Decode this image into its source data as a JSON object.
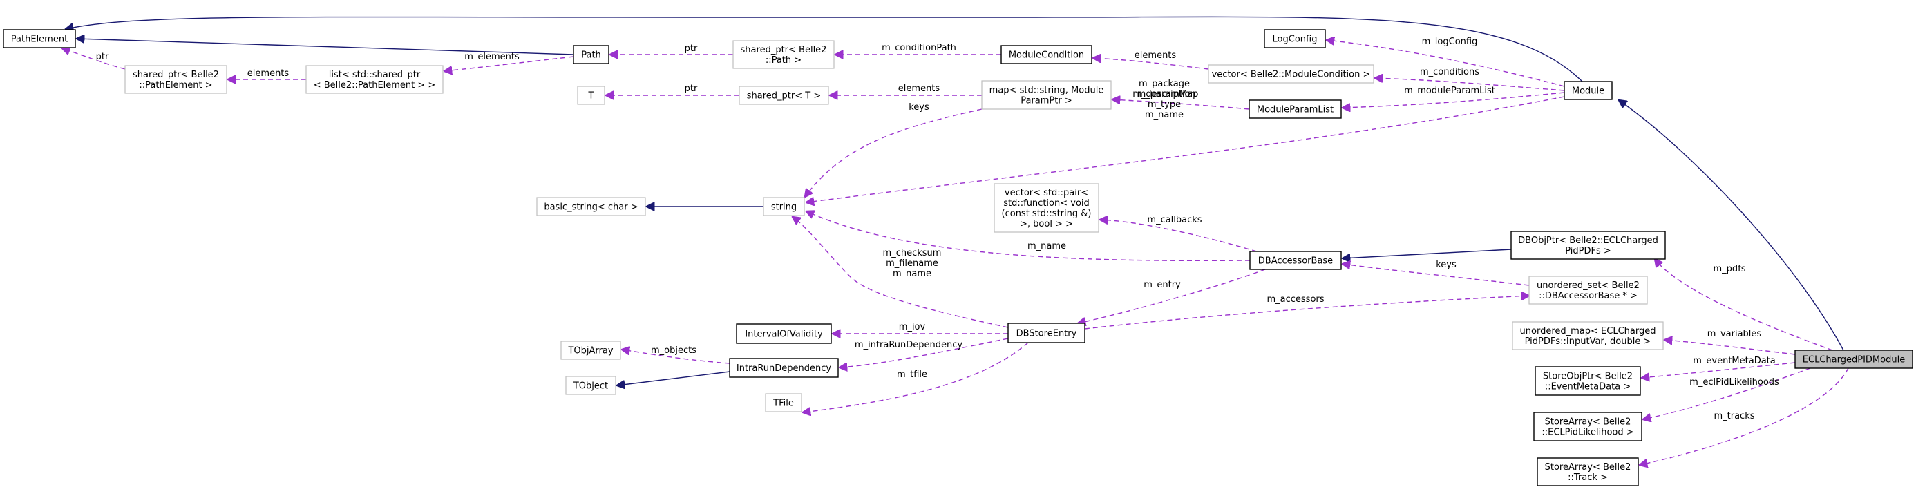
{
  "title": "ECLChargedPIDModule collaboration diagram",
  "colors": {
    "inheritance_edge": "#191970",
    "usage_edge": "#9a32cd",
    "focus_node_fill": "#bfbfbf",
    "documented_border": "#000000",
    "external_border": "#bfbfbf"
  },
  "nodes": [
    {
      "id": "PathElement",
      "lines": [
        "PathElement"
      ],
      "kind": "documented"
    },
    {
      "id": "Path",
      "lines": [
        "Path"
      ],
      "kind": "documented"
    },
    {
      "id": "SharedPtrPathElement",
      "lines": [
        "shared_ptr< Belle2",
        "::PathElement >"
      ],
      "kind": "external"
    },
    {
      "id": "ListSharedPtr",
      "lines": [
        "list< std::shared_ptr",
        "< Belle2::PathElement > >"
      ],
      "kind": "external"
    },
    {
      "id": "SharedPtrPath",
      "lines": [
        "shared_ptr< Belle2",
        "::Path >"
      ],
      "kind": "external"
    },
    {
      "id": "ModuleCondition",
      "lines": [
        "ModuleCondition"
      ],
      "kind": "documented"
    },
    {
      "id": "LogConfig",
      "lines": [
        "LogConfig"
      ],
      "kind": "documented"
    },
    {
      "id": "VectorModuleCondition",
      "lines": [
        "vector< Belle2::ModuleCondition >"
      ],
      "kind": "external"
    },
    {
      "id": "Module",
      "lines": [
        "Module"
      ],
      "kind": "documented"
    },
    {
      "id": "T",
      "lines": [
        "T"
      ],
      "kind": "external"
    },
    {
      "id": "SharedPtrT",
      "lines": [
        "shared_ptr< T >"
      ],
      "kind": "external"
    },
    {
      "id": "MapParam",
      "lines": [
        "map< std::string, Module",
        "ParamPtr >"
      ],
      "kind": "external"
    },
    {
      "id": "ModuleParamList",
      "lines": [
        "ModuleParamList"
      ],
      "kind": "documented"
    },
    {
      "id": "BasicString",
      "lines": [
        "basic_string< char >"
      ],
      "kind": "external"
    },
    {
      "id": "String",
      "lines": [
        "string"
      ],
      "kind": "external"
    },
    {
      "id": "VectorPair",
      "lines": [
        "vector< std::pair<",
        "std::function< void",
        "(const std::string &)",
        ">, bool > >"
      ],
      "kind": "external"
    },
    {
      "id": "DBAccessorBase",
      "lines": [
        "DBAccessorBase"
      ],
      "kind": "documented"
    },
    {
      "id": "DBObjPtr",
      "lines": [
        "DBObjPtr< Belle2::ECLCharged",
        "PidPDFs >"
      ],
      "kind": "documented"
    },
    {
      "id": "UnorderedSet",
      "lines": [
        "unordered_set< Belle2",
        "::DBAccessorBase * >"
      ],
      "kind": "external"
    },
    {
      "id": "IntervalOfValidity",
      "lines": [
        "IntervalOfValidity"
      ],
      "kind": "documented"
    },
    {
      "id": "DBStoreEntry",
      "lines": [
        "DBStoreEntry"
      ],
      "kind": "documented"
    },
    {
      "id": "TObjArray",
      "lines": [
        "TObjArray"
      ],
      "kind": "external"
    },
    {
      "id": "IntraRunDependency",
      "lines": [
        "IntraRunDependency"
      ],
      "kind": "documented"
    },
    {
      "id": "TObject",
      "lines": [
        "TObject"
      ],
      "kind": "external"
    },
    {
      "id": "TFile",
      "lines": [
        "TFile"
      ],
      "kind": "external"
    },
    {
      "id": "UnorderedMap",
      "lines": [
        "unordered_map< ECLCharged",
        "PidPDFs::InputVar, double >"
      ],
      "kind": "external"
    },
    {
      "id": "ECLChargedPIDModule",
      "lines": [
        "ECLChargedPIDModule"
      ],
      "kind": "focus"
    },
    {
      "id": "StoreObjPtr",
      "lines": [
        "StoreObjPtr< Belle2",
        "::EventMetaData >"
      ],
      "kind": "documented"
    },
    {
      "id": "StoreArrayLikelihood",
      "lines": [
        "StoreArray< Belle2",
        "::ECLPidLikelihood >"
      ],
      "kind": "documented"
    },
    {
      "id": "StoreArrayTrack",
      "lines": [
        "StoreArray< Belle2",
        "::Track >"
      ],
      "kind": "documented"
    }
  ],
  "edges": [
    {
      "id": "e1",
      "from": "Module",
      "to": "PathElement",
      "type": "inherit",
      "label": []
    },
    {
      "id": "e2",
      "from": "Path",
      "to": "PathElement",
      "type": "inherit",
      "label": []
    },
    {
      "id": "e3",
      "from": "SharedPtrPathElement",
      "to": "PathElement",
      "type": "usage",
      "label": [
        "ptr"
      ]
    },
    {
      "id": "e4",
      "from": "ListSharedPtr",
      "to": "SharedPtrPathElement",
      "type": "usage",
      "label": [
        "elements"
      ]
    },
    {
      "id": "e5",
      "from": "Path",
      "to": "ListSharedPtr",
      "type": "usage",
      "label": [
        "m_elements"
      ]
    },
    {
      "id": "e6",
      "from": "SharedPtrPath",
      "to": "Path",
      "type": "usage",
      "label": [
        "ptr"
      ]
    },
    {
      "id": "e7",
      "from": "ModuleCondition",
      "to": "SharedPtrPath",
      "type": "usage",
      "label": [
        "m_conditionPath"
      ]
    },
    {
      "id": "e8",
      "from": "VectorModuleCondition",
      "to": "ModuleCondition",
      "type": "usage",
      "label": [
        "elements"
      ]
    },
    {
      "id": "e9",
      "from": "Module",
      "to": "LogConfig",
      "type": "usage",
      "label": [
        "m_logConfig"
      ]
    },
    {
      "id": "e10",
      "from": "Module",
      "to": "VectorModuleCondition",
      "type": "usage",
      "label": [
        "m_conditions"
      ]
    },
    {
      "id": "e11",
      "from": "Module",
      "to": "ModuleParamList",
      "type": "usage",
      "label": [
        "m_moduleParamList"
      ]
    },
    {
      "id": "e12",
      "from": "SharedPtrT",
      "to": "T",
      "type": "usage",
      "label": [
        "ptr"
      ]
    },
    {
      "id": "e13",
      "from": "MapParam",
      "to": "SharedPtrT",
      "type": "usage",
      "label": [
        "elements"
      ]
    },
    {
      "id": "e14",
      "from": "ModuleParamList",
      "to": "MapParam",
      "type": "usage",
      "label": [
        "m_paramMap"
      ]
    },
    {
      "id": "e15",
      "from": "MapParam",
      "to": "String",
      "type": "usage",
      "label": [
        "keys"
      ]
    },
    {
      "id": "e16",
      "from": "Module",
      "to": "String",
      "type": "usage",
      "label": [
        "m_package",
        "m_description",
        "m_type",
        "m_name"
      ]
    },
    {
      "id": "e17",
      "from": "String",
      "to": "BasicString",
      "type": "inherit",
      "label": []
    },
    {
      "id": "e18",
      "from": "DBAccessorBase",
      "to": "VectorPair",
      "type": "usage",
      "label": [
        "m_callbacks"
      ]
    },
    {
      "id": "e19",
      "from": "DBAccessorBase",
      "to": "String",
      "type": "usage",
      "label": [
        "m_name"
      ]
    },
    {
      "id": "e20",
      "from": "DBStoreEntry",
      "to": "String",
      "type": "usage",
      "label": [
        "m_checksum",
        "m_filename",
        "m_name"
      ]
    },
    {
      "id": "e21",
      "from": "DBObjPtr",
      "to": "DBAccessorBase",
      "type": "inherit",
      "label": []
    },
    {
      "id": "e22",
      "from": "UnorderedSet",
      "to": "DBAccessorBase",
      "type": "usage",
      "label": [
        "keys"
      ]
    },
    {
      "id": "e23",
      "from": "DBAccessorBase",
      "to": "DBStoreEntry",
      "type": "usage",
      "label": [
        "m_entry"
      ]
    },
    {
      "id": "e24",
      "from": "DBStoreEntry",
      "to": "UnorderedSet",
      "type": "usage",
      "label": [
        "m_accessors"
      ]
    },
    {
      "id": "e25",
      "from": "DBStoreEntry",
      "to": "IntervalOfValidity",
      "type": "usage",
      "label": [
        "m_iov"
      ]
    },
    {
      "id": "e26",
      "from": "DBStoreEntry",
      "to": "IntraRunDependency",
      "type": "usage",
      "label": [
        "m_intraRunDependency"
      ]
    },
    {
      "id": "e27",
      "from": "IntraRunDependency",
      "to": "TObjArray",
      "type": "usage",
      "label": [
        "m_objects"
      ]
    },
    {
      "id": "e28",
      "from": "IntraRunDependency",
      "to": "TObject",
      "type": "inherit",
      "label": []
    },
    {
      "id": "e29",
      "from": "DBStoreEntry",
      "to": "TFile",
      "type": "usage",
      "label": [
        "m_tfile"
      ]
    },
    {
      "id": "e30",
      "from": "ECLChargedPIDModule",
      "to": "Module",
      "type": "inherit",
      "label": []
    },
    {
      "id": "e31",
      "from": "ECLChargedPIDModule",
      "to": "DBObjPtr",
      "type": "usage",
      "label": [
        "m_pdfs"
      ]
    },
    {
      "id": "e32",
      "from": "ECLChargedPIDModule",
      "to": "UnorderedMap",
      "type": "usage",
      "label": [
        "m_variables"
      ]
    },
    {
      "id": "e33",
      "from": "ECLChargedPIDModule",
      "to": "StoreObjPtr",
      "type": "usage",
      "label": [
        "m_eventMetaData"
      ]
    },
    {
      "id": "e34",
      "from": "ECLChargedPIDModule",
      "to": "StoreArrayLikelihood",
      "type": "usage",
      "label": [
        "m_eclPidLikelihoods"
      ]
    },
    {
      "id": "e35",
      "from": "ECLChargedPIDModule",
      "to": "StoreArrayTrack",
      "type": "usage",
      "label": [
        "m_tracks"
      ]
    }
  ]
}
